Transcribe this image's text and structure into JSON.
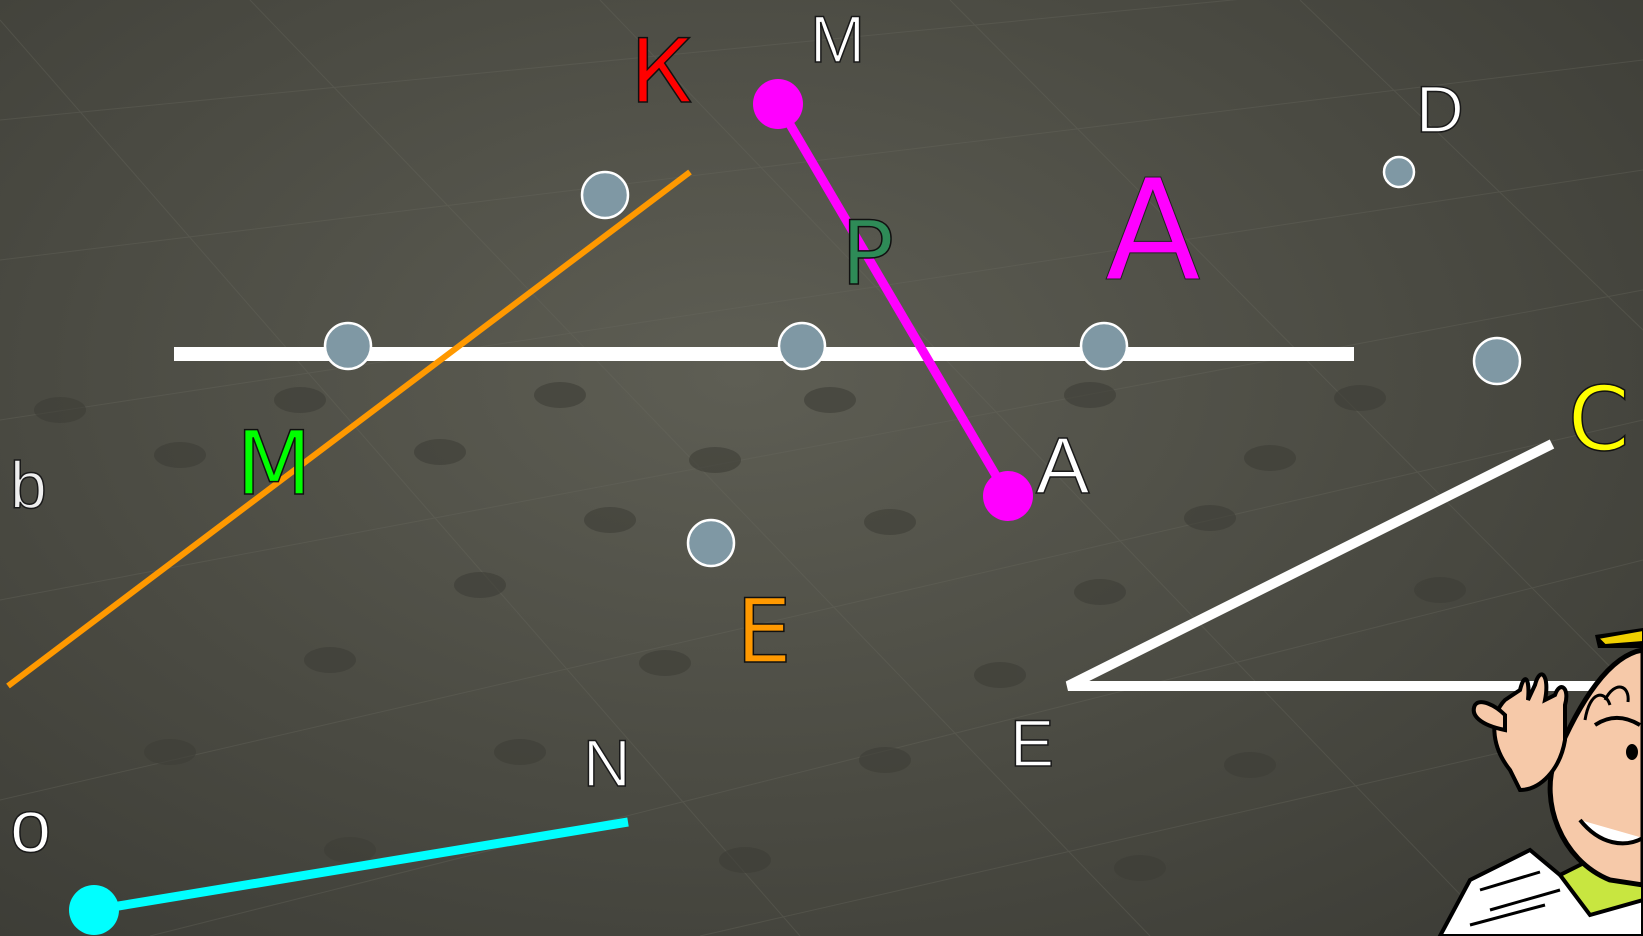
{
  "labels": {
    "k_red": "К",
    "m_top": "М",
    "d_top": "D",
    "p_green": "Р",
    "a_magenta": "А",
    "m_green": "М",
    "b_left": "b",
    "a_white": "А",
    "c_yellow": "С",
    "e_orange": "Е",
    "e_white": "E",
    "n_white": "N",
    "o_white": "о"
  },
  "colors": {
    "background": "#4a4a42",
    "horizontal_line": "#ffffff",
    "orange_line": "#ff9900",
    "magenta_segment": "#ff00ff",
    "cyan_ray": "#00ffff",
    "dot": "#7f98a4",
    "k_red": "#ff0000",
    "p_green": "#2e8b57",
    "a_magenta": "#ff00ff",
    "m_green": "#00ff00",
    "c_yellow": "#ffff00",
    "e_orange": "#ff9900"
  },
  "figures": {
    "horizontal_line": "white-line",
    "orange_line": "orange-line",
    "magenta_segment": "segment-MA",
    "cyan_ray": "ray-ON",
    "angle": "angle-CED",
    "cartoon": "cartoon-boy"
  }
}
